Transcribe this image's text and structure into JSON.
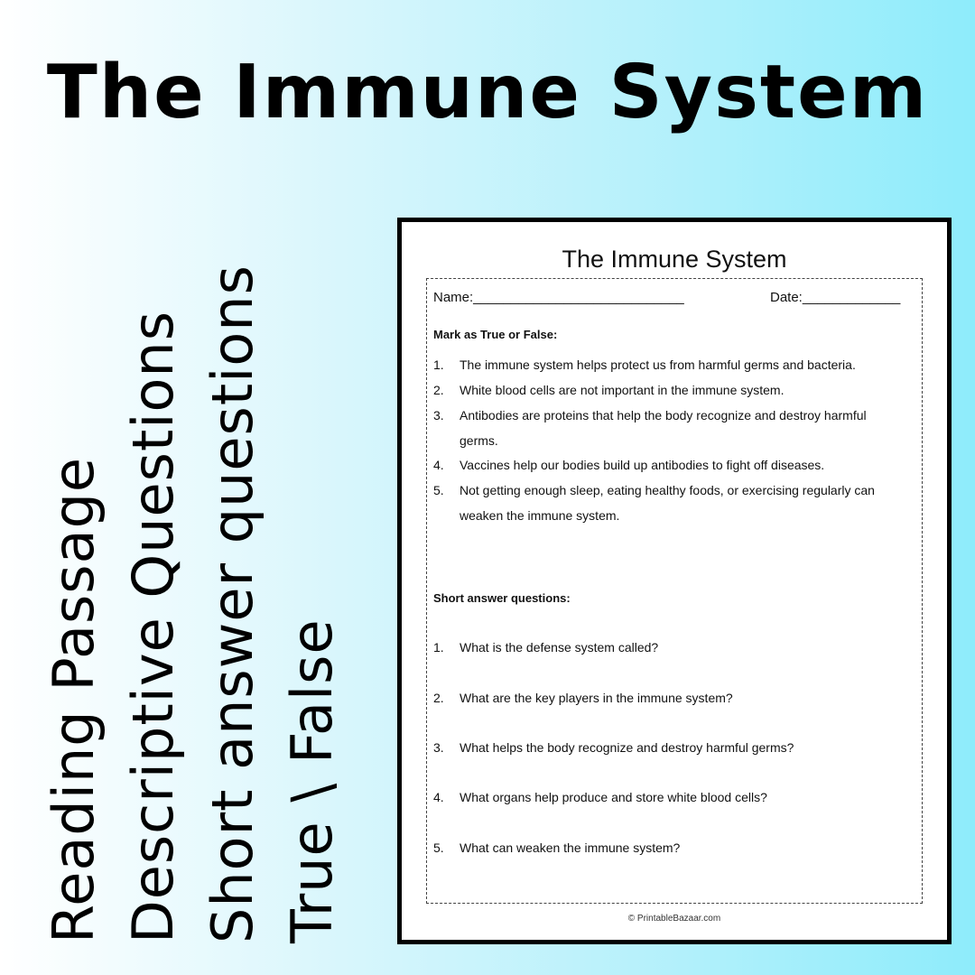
{
  "title": "The Immune System",
  "side_labels": [
    "Reading Passage",
    "Descriptive Questions",
    "Short answer questions",
    "True \\ False"
  ],
  "worksheet": {
    "title": "The Immune System",
    "name_label": "Name:____________________________",
    "date_label": "Date:_____________",
    "tf_heading": "Mark as True or False:",
    "tf_items": [
      {
        "num": "1.",
        "text": "The immune system helps protect us from harmful germs and bacteria."
      },
      {
        "num": "2.",
        "text": "White blood cells are not important in the immune system."
      },
      {
        "num": "3.",
        "text": "Antibodies are proteins that help the body recognize and destroy harmful germs."
      },
      {
        "num": "4.",
        "text": "Vaccines help our bodies build up antibodies to fight off diseases."
      },
      {
        "num": "5.",
        "text": "Not getting enough sleep, eating healthy foods, or exercising regularly can weaken the immune system."
      }
    ],
    "sa_heading": "Short answer questions:",
    "sa_items": [
      {
        "num": "1.",
        "text": "What is the defense system called?"
      },
      {
        "num": "2.",
        "text": "What are the key players in the immune system?"
      },
      {
        "num": "3.",
        "text": "What helps the body recognize and destroy harmful germs?"
      },
      {
        "num": "4.",
        "text": "What organs help produce and store white blood cells?"
      },
      {
        "num": "5.",
        "text": "What can weaken the immune system?"
      }
    ],
    "copyright": "© PrintableBazaar.com"
  }
}
